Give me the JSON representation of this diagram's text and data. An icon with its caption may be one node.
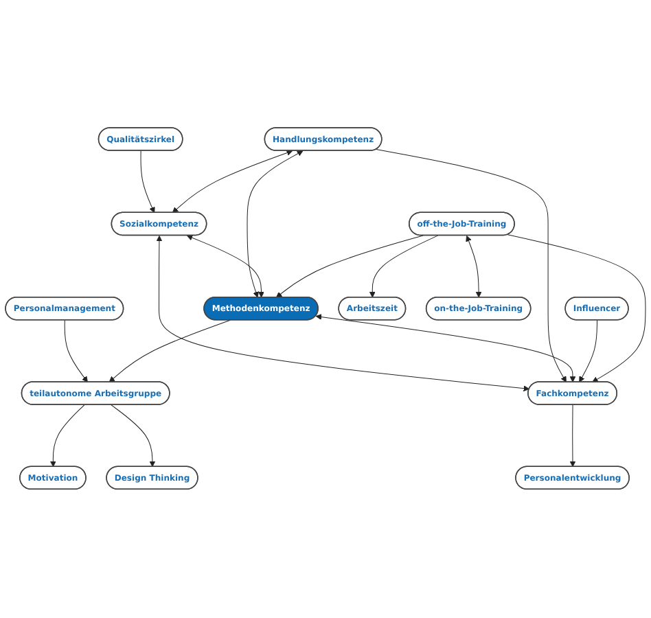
{
  "diagram": {
    "nodes": [
      {
        "text": [
          "Motivation"
        ]
      },
      {
        "text": [
          "Design Thinking"
        ]
      },
      {
        "text": [
          "teilautonome Arbeitsgruppe"
        ]
      },
      {
        "text": [
          "Personalmanagement"
        ]
      },
      {
        "text": [
          "Qualitätszirkel"
        ]
      },
      {
        "text": [
          "Handlungskompetenz"
        ]
      },
      {
        "text": [
          "Sozialkompetenz"
        ]
      },
      {
        "text": [
          "Methodenkompetenz"
        ]
      },
      {
        "text": [
          "Fachkompetenz"
        ]
      },
      {
        "text": [
          "Influencer"
        ]
      },
      {
        "text": [
          "off-the-Job-Training"
        ]
      },
      {
        "text": [
          "Arbeitszeit"
        ]
      },
      {
        "text": [
          "Personalentwicklung"
        ]
      },
      {
        "text": [
          "on-the-Job-Training"
        ]
      }
    ],
    "edges": [
      {
        "from": 2,
        "to": 0,
        "arrow": "to"
      },
      {
        "from": 2,
        "to": 1,
        "arrow": "to"
      },
      {
        "from": 3,
        "to": 2,
        "arrow": "to"
      },
      {
        "from": 7,
        "to": 2,
        "arrow": "to"
      },
      {
        "from": 4,
        "to": 6,
        "arrow": "to"
      },
      {
        "from": 5,
        "to": 6,
        "arrow": "both"
      },
      {
        "from": 5,
        "to": 7,
        "arrow": "both"
      },
      {
        "from": 6,
        "to": 7,
        "arrow": "both"
      },
      {
        "from": 6,
        "to": 8,
        "arrow": "both"
      },
      {
        "from": 5,
        "to": 8,
        "arrow": "to"
      },
      {
        "from": 7,
        "to": 8,
        "arrow": "both"
      },
      {
        "from": 9,
        "to": 8,
        "arrow": "to"
      },
      {
        "from": 10,
        "to": 8,
        "arrow": "to"
      },
      {
        "from": 8,
        "to": 12,
        "arrow": "to"
      },
      {
        "from": 10,
        "to": 7,
        "arrow": "to"
      },
      {
        "from": 10,
        "to": 11,
        "arrow": "to"
      },
      {
        "from": 10,
        "to": 13,
        "arrow": "both"
      }
    ]
  }
}
